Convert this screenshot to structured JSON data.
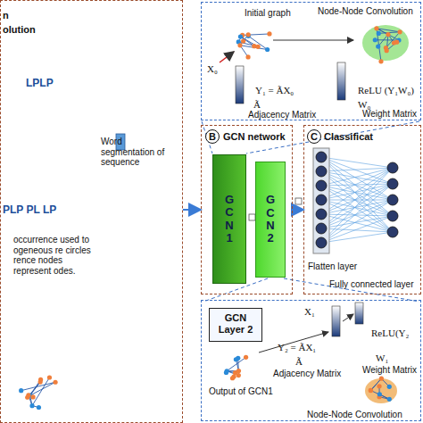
{
  "diagram": {
    "nodes": [
      {
        "text": [
          "n",
          "olution",
          "LPLP",
          "Word segmentation of sequence",
          "PLP PL LP",
          "occurrence used to ogeneous re circles rence nodes represent odes."
        ]
      },
      {
        "text": [
          "Initial graph",
          "Node-Node Convolution",
          "X₀",
          "Y₁ = ÃX₀",
          "Ã",
          "Adjacency Matrix",
          "ReLU (Y₁W₀)",
          "W₀",
          "Weight Matrix"
        ]
      },
      {
        "text": [
          "B",
          "GCN network"
        ]
      },
      {
        "text": [
          "GCN1"
        ],
        "in": 2
      },
      {
        "text": [
          "GCN2"
        ],
        "in": 2
      },
      {
        "text": [
          "C",
          "Classificat",
          "Flatten layer",
          "Fully connected layer"
        ]
      },
      {
        "text": [
          "X₁",
          "Y₂ = ÃX₁",
          "Ã",
          "Adjacency Matrix",
          "ReLU(Y₂",
          "W₁",
          "Weight Matrix",
          "Output of GCN1",
          "Node-Node Convolution"
        ]
      },
      {
        "text": [
          "GCN Layer 2"
        ],
        "in": 6
      }
    ],
    "edges": [
      {
        "from": 0,
        "to": 2,
        "arrow": "to"
      },
      {
        "from": 2,
        "to": 5,
        "arrow": "to"
      }
    ]
  }
}
